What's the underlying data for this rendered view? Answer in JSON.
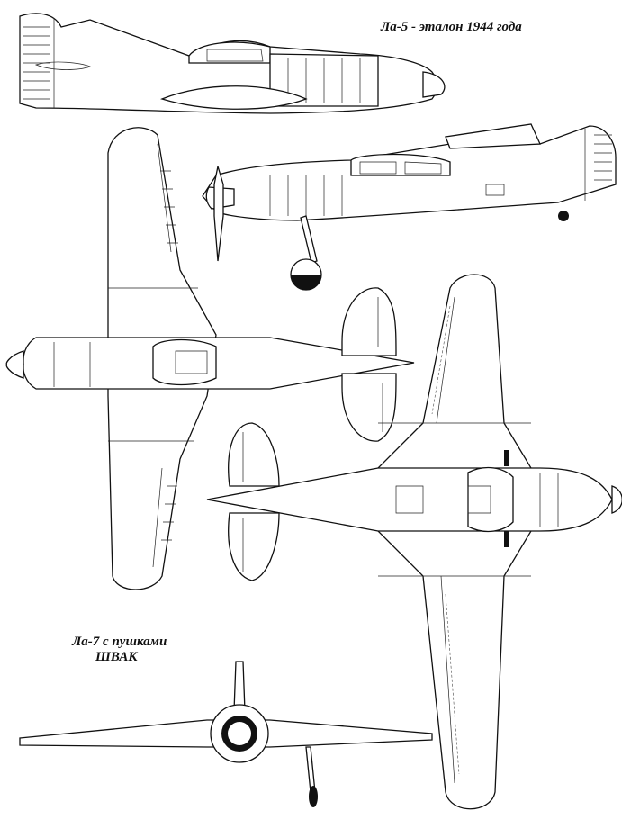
{
  "captions": {
    "top": "Ла-5 - эталон 1944 года",
    "bottom_line1": "Ла-7 с пушками",
    "bottom_line2": "ШВАК"
  }
}
